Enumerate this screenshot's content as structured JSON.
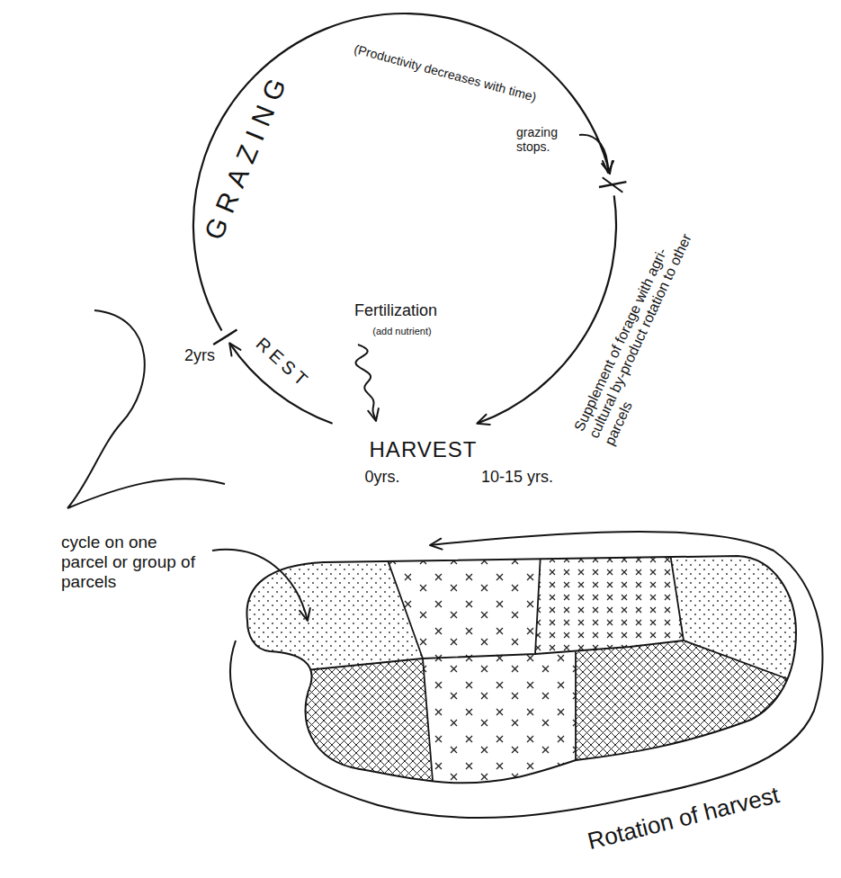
{
  "diagram": {
    "labels": [
      "GRAZING",
      "(Productivity decreases with time)",
      "grazing stops.",
      "Supplement of forage with agri-cultural by-product rotation to other parcels",
      "Fertilization",
      "(add nutrient)",
      "2yrs",
      "REST",
      "HARVEST",
      "0yrs.",
      "10-15 yrs.",
      "cycle on one parcel or group of parcels",
      "Rotation of harvest"
    ]
  }
}
